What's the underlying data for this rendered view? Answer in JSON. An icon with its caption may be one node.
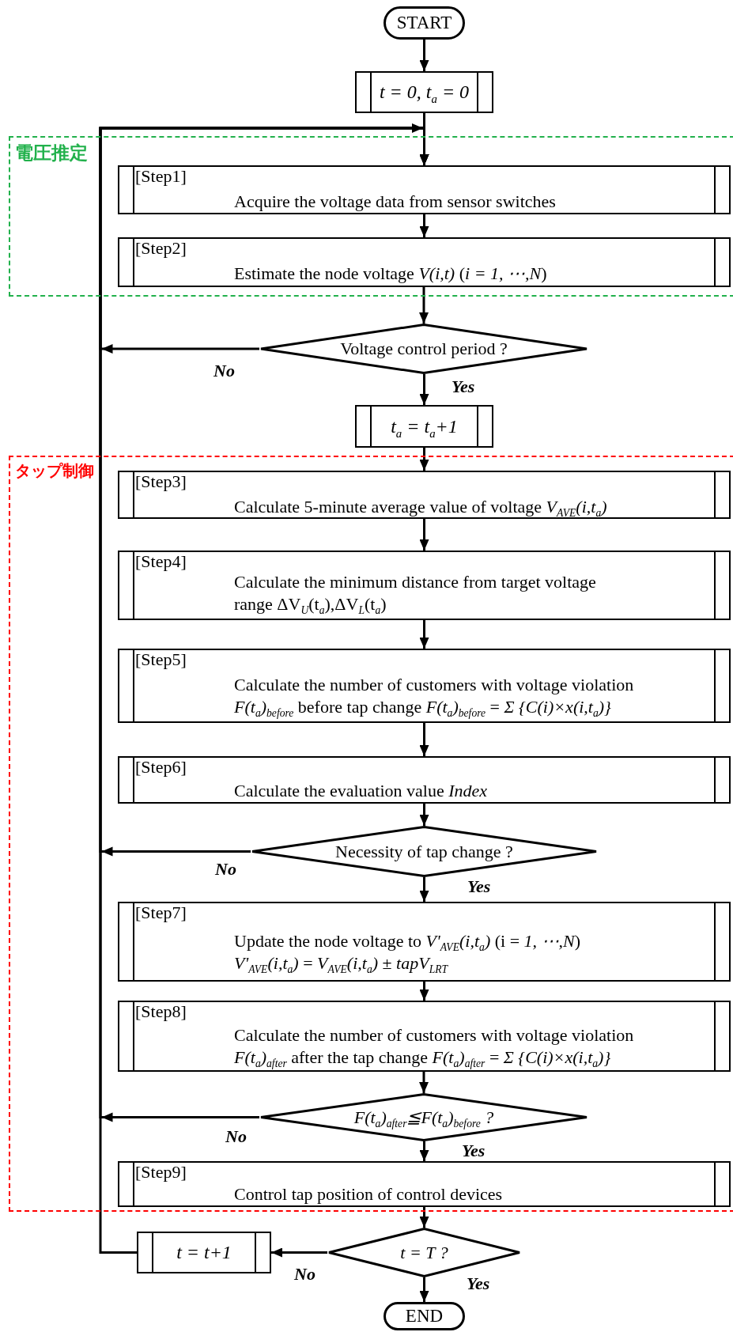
{
  "diagram": {
    "nodes": [
      {
        "text": [
          "START"
        ]
      },
      {
        "text": [
          "t = 0, t$_{a}$ = 0"
        ]
      },
      {
        "text": [
          "電圧推定"
        ]
      },
      {
        "text": [
          "[Step1]",
          "Acquire the voltage data from sensor switches"
        ],
        "in": 2
      },
      {
        "text": [
          "[Step2]",
          "Estimate the node voltage *V(i,t)* (*i = 1, ⋯,N*)"
        ],
        "in": 2
      },
      {
        "text": [
          "Voltage control period ?"
        ]
      },
      {
        "text": [
          "t$_{a}$ = t$_{a}$+1"
        ]
      },
      {
        "text": [
          "タップ制御"
        ]
      },
      {
        "text": [
          "[Step3]",
          "Calculate 5-minute average value of voltage *V*$_{AVE}$*(i,t*$_{a}$*)*"
        ],
        "in": 7
      },
      {
        "text": [
          "[Step4]",
          "Calculate the minimum distance from target voltage range ΔV$_{U}$(t$_{a}$),ΔV$_{L}$(t$_{a}$)"
        ],
        "in": 7
      },
      {
        "text": [
          "[Step5]",
          "Calculate the number of customers with voltage violation *F(t*$_{a}$*)*$_{before}$ before tap change *F(t*$_{a}$*)*$_{before}$ = *Σ {C(i)×x(i,t*$_{a}$*)}*"
        ],
        "in": 7
      },
      {
        "text": [
          "[Step6]",
          "Calculate the evaluation value *Index*"
        ],
        "in": 7
      },
      {
        "text": [
          "Necessity of tap change ?"
        ],
        "in": 7
      },
      {
        "text": [
          "[Step7]",
          "Update the node voltage to *V'*$_{AVE}$*(i,t*$_{a}$*)* (i = *1, ⋯,N*)",
          "*V'*$_{AVE}$*(i,t*$_{a}$*)* = *V*$_{AVE}$*(i,t*$_{a}$*)* ± *tapV*$_{LRT}$"
        ],
        "in": 7
      },
      {
        "text": [
          "[Step8]",
          "Calculate the number of customers with voltage violation *F(t*$_{a}$*)*$_{after}$ after the tap change *F(t*$_{a}$*)*$_{after}$ = *Σ {C(i)×x(i,t*$_{a}$*)}*"
        ],
        "in": 7
      },
      {
        "text": [
          "F(t$_{a}$)$_{after}$≦F(t$_{a}$)$_{before}$ ?"
        ],
        "in": 7
      },
      {
        "text": [
          "[Step9]",
          "Control tap position of control devices"
        ],
        "in": 7
      },
      {
        "text": [
          "t = T ?"
        ]
      },
      {
        "text": [
          "t = t+1"
        ]
      },
      {
        "text": [
          "END"
        ]
      }
    ],
    "edges": [
      {
        "from": 0,
        "to": 1,
        "arrow": "to"
      },
      {
        "from": 1,
        "to": 3,
        "arrow": "to"
      },
      {
        "from": 3,
        "to": 4,
        "arrow": "to"
      },
      {
        "from": 4,
        "to": 5,
        "arrow": "to"
      },
      {
        "from": 5,
        "to": 6,
        "arrow": "to",
        "label": "Yes"
      },
      {
        "from": 6,
        "to": 8,
        "arrow": "to"
      },
      {
        "from": 8,
        "to": 9,
        "arrow": "to"
      },
      {
        "from": 9,
        "to": 10,
        "arrow": "to"
      },
      {
        "from": 10,
        "to": 11,
        "arrow": "to"
      },
      {
        "from": 11,
        "to": 12,
        "arrow": "to"
      },
      {
        "from": 12,
        "to": 13,
        "arrow": "to",
        "label": "Yes"
      },
      {
        "from": 13,
        "to": 14,
        "arrow": "to"
      },
      {
        "from": 14,
        "to": 15,
        "arrow": "to"
      },
      {
        "from": 15,
        "to": 16,
        "arrow": "to",
        "label": "Yes"
      },
      {
        "from": 16,
        "to": 17,
        "arrow": "to"
      },
      {
        "from": 17,
        "to": 19,
        "arrow": "to",
        "label": "Yes"
      },
      {
        "from": 17,
        "to": 18,
        "arrow": "to",
        "label": "No"
      },
      {
        "from": 18,
        "to": 3,
        "arrow": "to"
      },
      {
        "from": 5,
        "to": 3,
        "arrow": "to",
        "label": "No"
      },
      {
        "from": 12,
        "to": 3,
        "arrow": "to",
        "label": "No"
      },
      {
        "from": 15,
        "to": 3,
        "arrow": "to",
        "label": "No"
      }
    ]
  }
}
